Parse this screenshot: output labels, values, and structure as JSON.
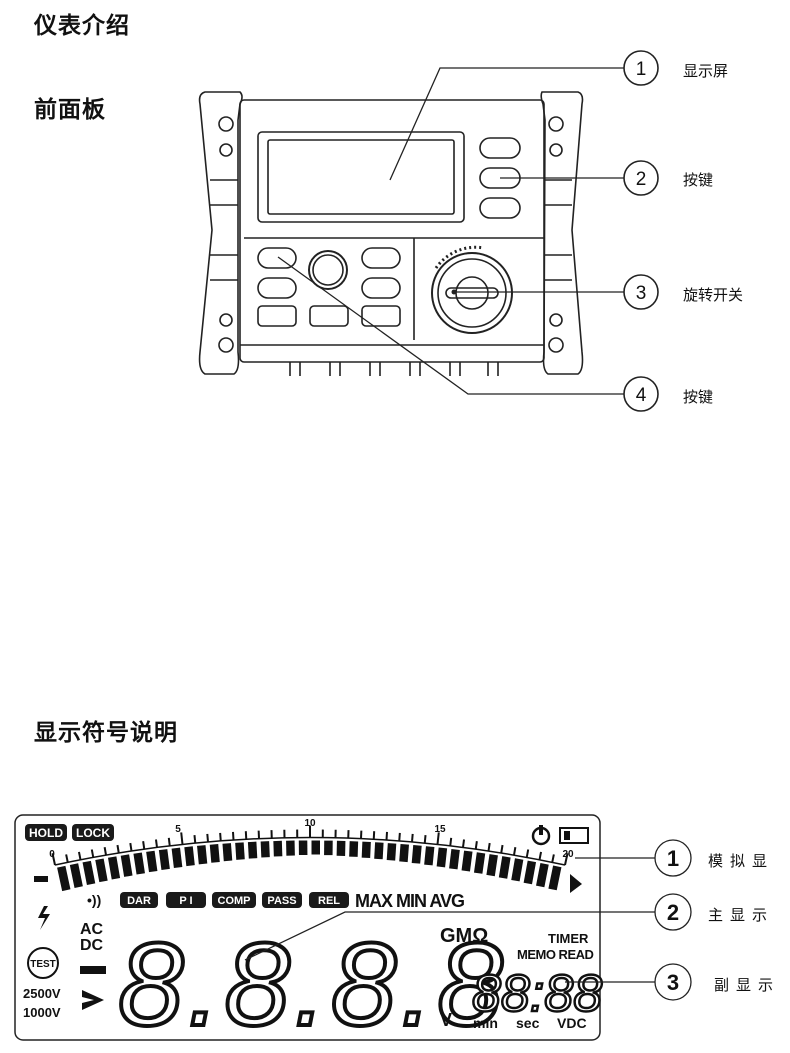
{
  "headings": {
    "intro": "仪表介绍",
    "front_panel": "前面板",
    "display_symbols": "显示符号说明"
  },
  "panel_callouts": [
    {
      "num": "1",
      "label": "显示屏"
    },
    {
      "num": "2",
      "label": "按键"
    },
    {
      "num": "3",
      "label": "旋转开关"
    },
    {
      "num": "4",
      "label": "按键"
    }
  ],
  "lcd_callouts": [
    {
      "num": "1",
      "label": "模拟显"
    },
    {
      "num": "2",
      "label": "主显示"
    },
    {
      "num": "3",
      "label": "副显示"
    }
  ],
  "lcd": {
    "badges": [
      "HOLD",
      "LOCK"
    ],
    "scale_ticks": [
      "0",
      "5",
      "10",
      "15",
      "20"
    ],
    "mode_badges": [
      "DAR",
      "P I",
      "COMP",
      "PASS",
      "REL"
    ],
    "stat_labels": "MAX MIN AVG",
    "ac": "AC",
    "dc": "DC",
    "test": "TEST",
    "v2500": "2500V",
    "v1000": "1000V",
    "main_digits": "8.8.8.8",
    "unit_gmohm": "GMΩ",
    "unit_v": "V",
    "timer": "TIMER",
    "memo_read": "MEMO READ",
    "sub_digits": "88:88",
    "min": "min",
    "sec": "sec",
    "vdc": "VDC",
    "sound": "•))"
  }
}
